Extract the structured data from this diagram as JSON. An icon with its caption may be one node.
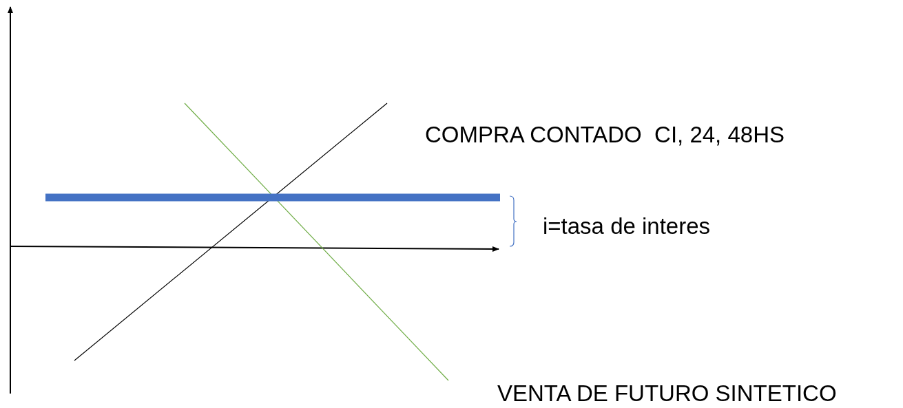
{
  "diagram": {
    "labels": [
      "COMPRA CONTADO  CI, 24, 48HS",
      "i=tasa de interes",
      "VENTA DE FUTURO SINTETICO"
    ]
  }
}
